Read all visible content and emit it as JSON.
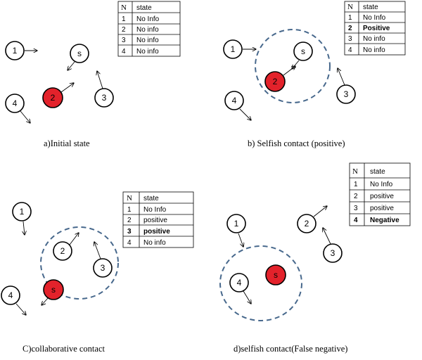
{
  "colors": {
    "selfish": "#e3222b",
    "circle_dash": "#47688c",
    "ink": "#000000"
  },
  "panels": [
    {
      "caption": "a)Initial state",
      "table": {
        "headers": [
          "N",
          "state"
        ],
        "rows": [
          [
            "1",
            "No Info"
          ],
          [
            "2",
            "No info"
          ],
          [
            "3",
            "No info"
          ],
          [
            "4",
            "No info"
          ]
        ],
        "bold_row": -1
      },
      "nodes": [
        {
          "label": "1",
          "selfish": false
        },
        {
          "label": "s",
          "selfish": false
        },
        {
          "label": "2",
          "selfish": true
        },
        {
          "label": "3",
          "selfish": false
        },
        {
          "label": "4",
          "selfish": false
        }
      ]
    },
    {
      "caption": "b) Selfish contact (positive)",
      "table": {
        "headers": [
          "N",
          "state"
        ],
        "rows": [
          [
            "1",
            "No Info"
          ],
          [
            "2",
            "Positive"
          ],
          [
            "3",
            "No info"
          ],
          [
            "4",
            "No info"
          ]
        ],
        "bold_row": 1
      },
      "nodes": [
        {
          "label": "1",
          "selfish": false
        },
        {
          "label": "s",
          "selfish": false
        },
        {
          "label": "2",
          "selfish": true
        },
        {
          "label": "3",
          "selfish": false
        },
        {
          "label": "4",
          "selfish": false
        }
      ]
    },
    {
      "caption": "C)collaborative contact",
      "table": {
        "headers": [
          "N",
          "state"
        ],
        "rows": [
          [
            "1",
            "No Info"
          ],
          [
            "2",
            "positive"
          ],
          [
            "3",
            "positive"
          ],
          [
            "4",
            "No info"
          ]
        ],
        "bold_row": 2
      },
      "nodes": [
        {
          "label": "1",
          "selfish": false
        },
        {
          "label": "2",
          "selfish": false
        },
        {
          "label": "3",
          "selfish": false
        },
        {
          "label": "s",
          "selfish": true
        },
        {
          "label": "4",
          "selfish": false
        }
      ]
    },
    {
      "caption": "d)selfish contact(False negative)",
      "table": {
        "headers": [
          "N",
          "state"
        ],
        "rows": [
          [
            "1",
            "No Info"
          ],
          [
            "2",
            "positive"
          ],
          [
            "3",
            "positive"
          ],
          [
            "4",
            "Negative"
          ]
        ],
        "bold_row": 3
      },
      "nodes": [
        {
          "label": "1",
          "selfish": false
        },
        {
          "label": "2",
          "selfish": false
        },
        {
          "label": "3",
          "selfish": false
        },
        {
          "label": "4",
          "selfish": false
        },
        {
          "label": "s",
          "selfish": true
        }
      ]
    }
  ]
}
